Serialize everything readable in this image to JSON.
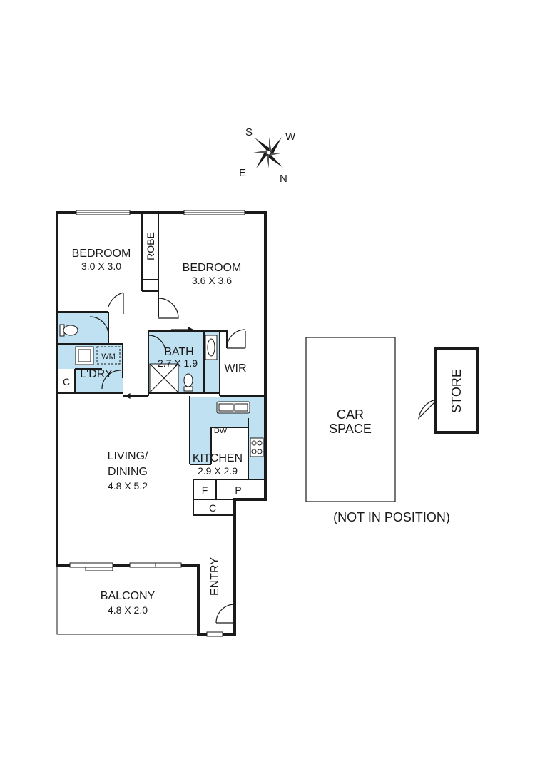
{
  "compass": {
    "s": "S",
    "w": "W",
    "e": "E",
    "n": "N"
  },
  "rooms": {
    "bedroom1": {
      "name": "BEDROOM",
      "size": "3.0 X 3.0"
    },
    "robe": "ROBE",
    "bedroom2": {
      "name": "BEDROOM",
      "size": "3.6 X 3.6"
    },
    "bath": {
      "name": "BATH",
      "size": "2.7 X 1.9"
    },
    "wir": "WIR",
    "wm": "WM",
    "laundry": "L'DRY",
    "laundry_cupboard": "C",
    "living": {
      "name_line1": "LIVING/",
      "name_line2": "DINING",
      "size": "4.8 X 5.2"
    },
    "dw": "DW",
    "kitchen": {
      "name": "KITCHEN",
      "size": "2.9 X 2.9"
    },
    "fridge": "F",
    "pantry": "P",
    "kitchen_cupboard": "C",
    "entry": "ENTRY",
    "balcony": {
      "name": "BALCONY",
      "size": "4.8 X 2.0"
    },
    "car_space": {
      "line1": "CAR",
      "line2": "SPACE"
    },
    "store": "STORE",
    "not_in_position": "(NOT IN POSITION)"
  },
  "colors": {
    "wet_area": "#bfe1f1",
    "wall": "#1a1a1a"
  }
}
